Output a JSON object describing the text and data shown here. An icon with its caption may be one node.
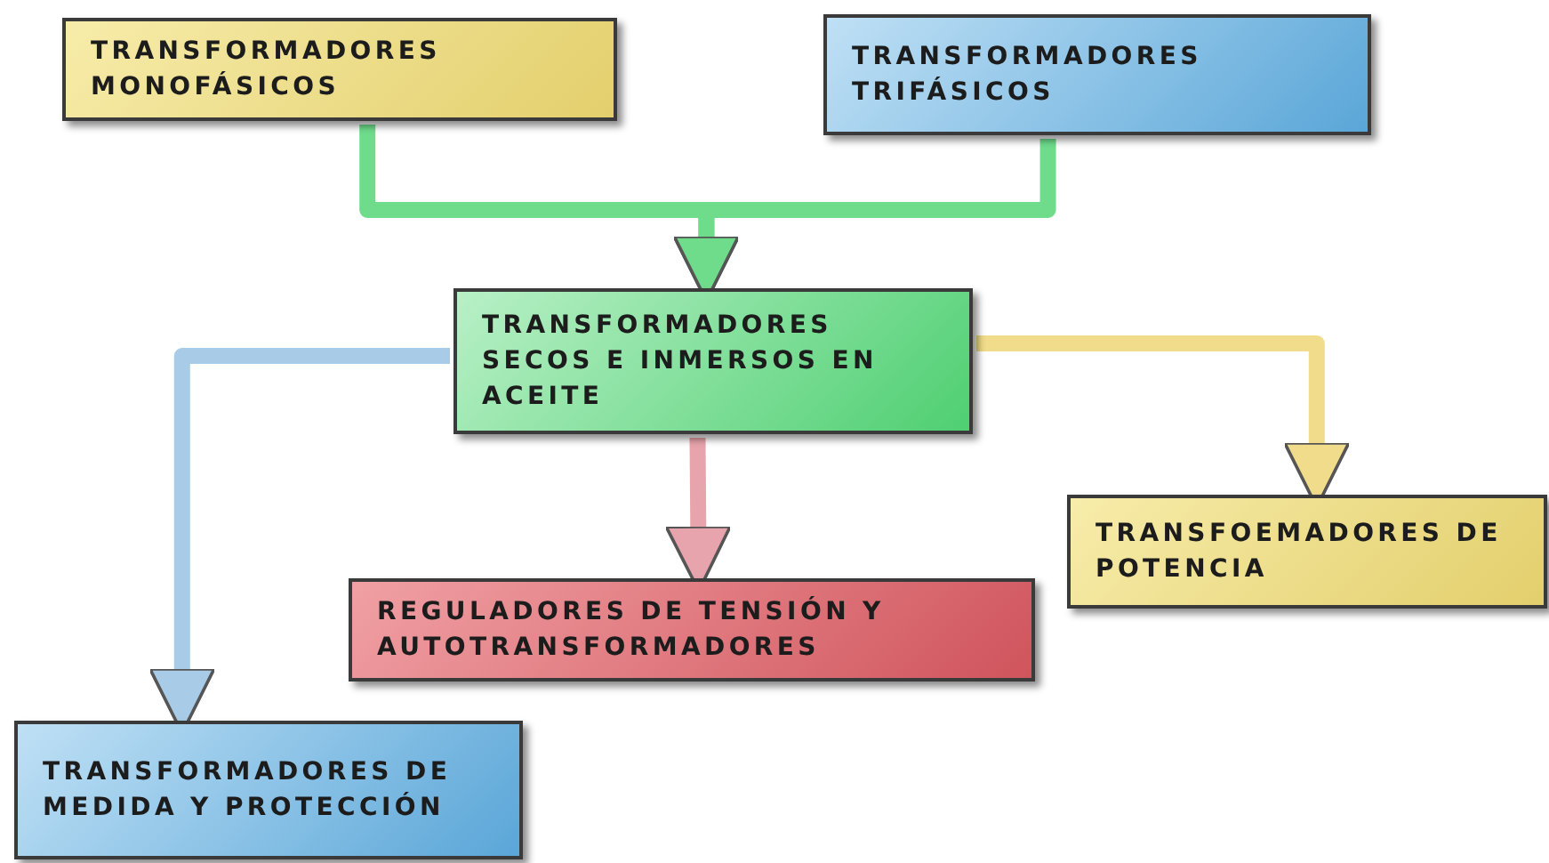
{
  "diagram": {
    "nodes": [
      {
        "text": [
          "TRANSFORMADORES MONOFÁSICOS"
        ]
      },
      {
        "text": [
          "TRANSFORMADORES TRIFÁSICOS"
        ]
      },
      {
        "text": [
          "TRANSFORMADORES SECOS E INMERSOS EN ACEITE"
        ]
      },
      {
        "text": [
          "REGULADORES DE TENSIÓN Y AUTOTRANSFORMADORES"
        ]
      },
      {
        "text": [
          "TRANSFOEMADORES DE POTENCIA"
        ]
      },
      {
        "text": [
          "TRANSFORMADORES DE MEDIDA Y PROTECCIÓN"
        ]
      }
    ],
    "edges": [
      {
        "from": 0,
        "to": 2,
        "arrow": "to",
        "color": "#6fdc8c"
      },
      {
        "from": 1,
        "to": 2,
        "arrow": "to",
        "color": "#6fdc8c"
      },
      {
        "from": 2,
        "to": 3,
        "arrow": "to",
        "color": "#e8a4ac"
      },
      {
        "from": 2,
        "to": 4,
        "arrow": "to",
        "color": "#f0dc8a"
      },
      {
        "from": 2,
        "to": 5,
        "arrow": "to",
        "color": "#a8cce8"
      }
    ]
  }
}
